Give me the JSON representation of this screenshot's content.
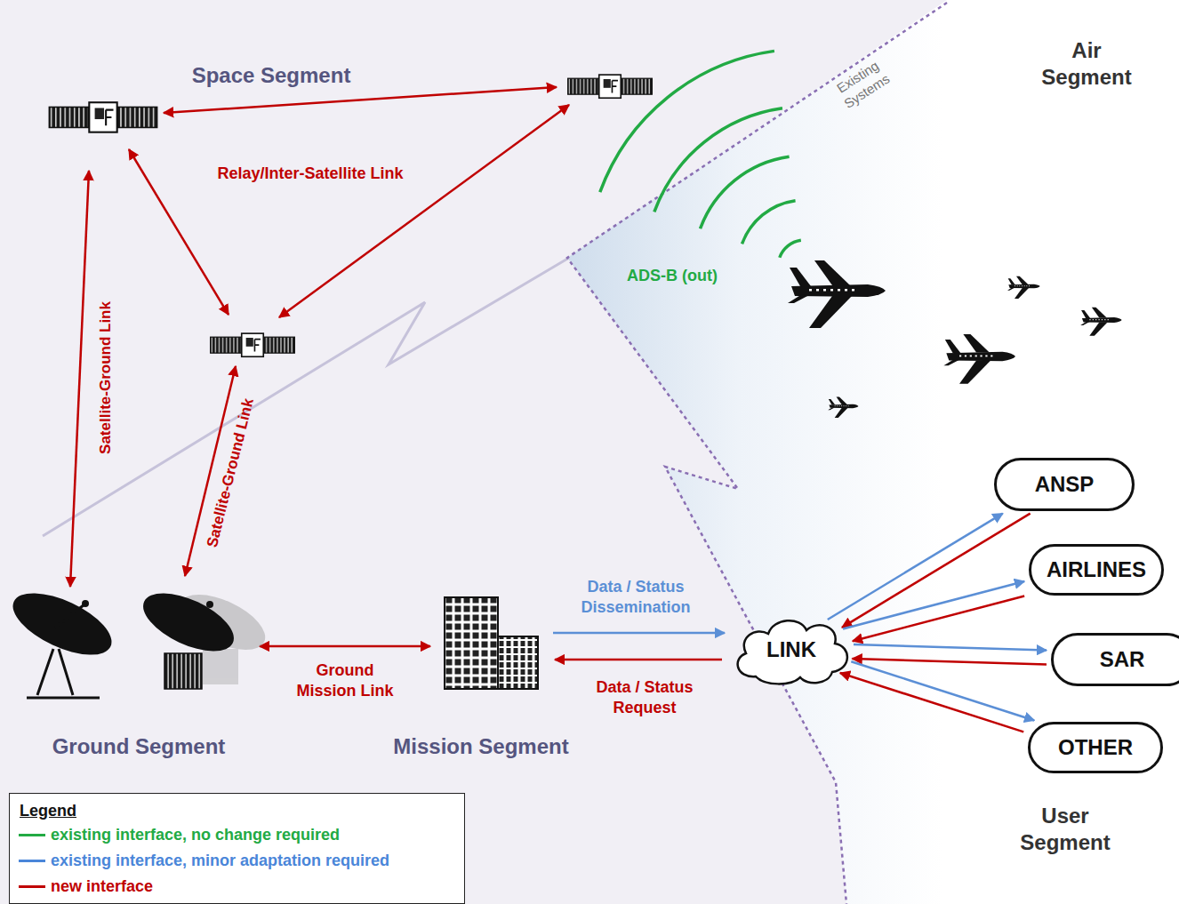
{
  "diagram": {
    "nodes": [
      {
        "text": [
          "ANSP"
        ]
      },
      {
        "text": [
          "AIRLINES"
        ]
      },
      {
        "text": [
          "LINK"
        ]
      },
      {
        "text": [
          "SAR"
        ]
      },
      {
        "text": [
          "OTHER"
        ]
      }
    ],
    "edges": [
      {
        "from": 2,
        "to": 0,
        "arrow": "to"
      },
      {
        "from": 0,
        "to": 2,
        "arrow": "to"
      },
      {
        "from": 2,
        "to": 1,
        "arrow": "to"
      },
      {
        "from": 1,
        "to": 2,
        "arrow": "to"
      },
      {
        "from": 2,
        "to": 3,
        "arrow": "to"
      },
      {
        "from": 3,
        "to": 2,
        "arrow": "to"
      },
      {
        "from": 2,
        "to": 4,
        "arrow": "to"
      },
      {
        "from": 4,
        "to": 2,
        "arrow": "to"
      }
    ],
    "labels": [
      "Space Segment",
      "Relay/Inter-Satellite Link",
      "Satellite-Ground Link",
      "Satellite-Ground Link",
      "Existing Systems",
      "Air Segment",
      "ADS-B (out)",
      "Ground Segment",
      "Mission Segment",
      "Ground Mission Link",
      "Data / Status Dissemination",
      "Data / Status Request",
      "User Segment",
      "Legend"
    ],
    "legend": [
      {
        "text": "existing interface, no change required"
      },
      {
        "text": "existing interface, minor adaptation required"
      },
      {
        "text": "new interface"
      }
    ]
  }
}
